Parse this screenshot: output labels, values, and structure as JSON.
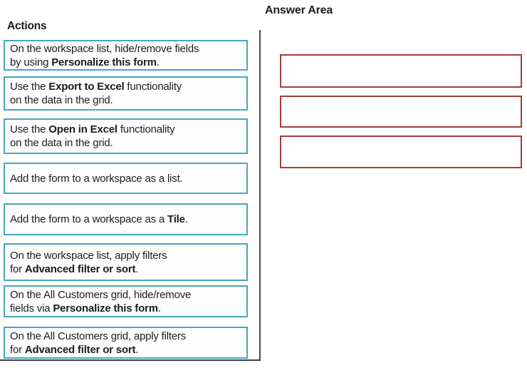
{
  "actions_panel": {
    "title": "Actions",
    "items": [
      {
        "lines": [
          [
            {
              "t": "On the workspace list, hide/remove fields",
              "b": false
            }
          ],
          [
            {
              "t": "by using ",
              "b": false
            },
            {
              "t": "Personalize this form",
              "b": true
            },
            {
              "t": ".",
              "b": false
            }
          ]
        ]
      },
      {
        "lines": [
          [
            {
              "t": "Use the ",
              "b": false
            },
            {
              "t": "Export to Excel",
              "b": true
            },
            {
              "t": " functionality",
              "b": false
            }
          ],
          [
            {
              "t": "on the data in the grid.",
              "b": false
            }
          ]
        ]
      },
      {
        "lines": [
          [
            {
              "t": "Use the ",
              "b": false
            },
            {
              "t": "Open in Excel",
              "b": true
            },
            {
              "t": " functionality",
              "b": false
            }
          ],
          [
            {
              "t": "on the data in the grid.",
              "b": false
            }
          ]
        ]
      },
      {
        "lines": [
          [
            {
              "t": "Add the form to a workspace as a list.",
              "b": false
            }
          ]
        ]
      },
      {
        "lines": [
          [
            {
              "t": "Add the form to a workspace as a ",
              "b": false
            },
            {
              "t": "Tile",
              "b": true
            },
            {
              "t": ".",
              "b": false
            }
          ]
        ]
      },
      {
        "lines": [
          [
            {
              "t": "On the workspace list, apply filters",
              "b": false
            }
          ],
          [
            {
              "t": "for ",
              "b": false
            },
            {
              "t": "Advanced filter or sort",
              "b": true
            },
            {
              "t": ".",
              "b": false
            }
          ]
        ]
      },
      {
        "lines": [
          [
            {
              "t": "On the All Customers grid, hide/remove",
              "b": false
            }
          ],
          [
            {
              "t": "fields via ",
              "b": false
            },
            {
              "t": "Personalize this form",
              "b": true
            },
            {
              "t": ".",
              "b": false
            }
          ]
        ]
      },
      {
        "lines": [
          [
            {
              "t": "On the All Customers grid, apply filters",
              "b": false
            }
          ],
          [
            {
              "t": "for ",
              "b": false
            },
            {
              "t": "Advanced filter or sort",
              "b": true
            },
            {
              "t": ".",
              "b": false
            }
          ]
        ]
      }
    ]
  },
  "answer_area": {
    "title": "Answer Area",
    "slot_count": 3
  },
  "colors": {
    "action_border": "#44A8C0",
    "slot_border": "#A23E3A",
    "divider": "#4C4C4C",
    "text": "#1C1C1C"
  }
}
